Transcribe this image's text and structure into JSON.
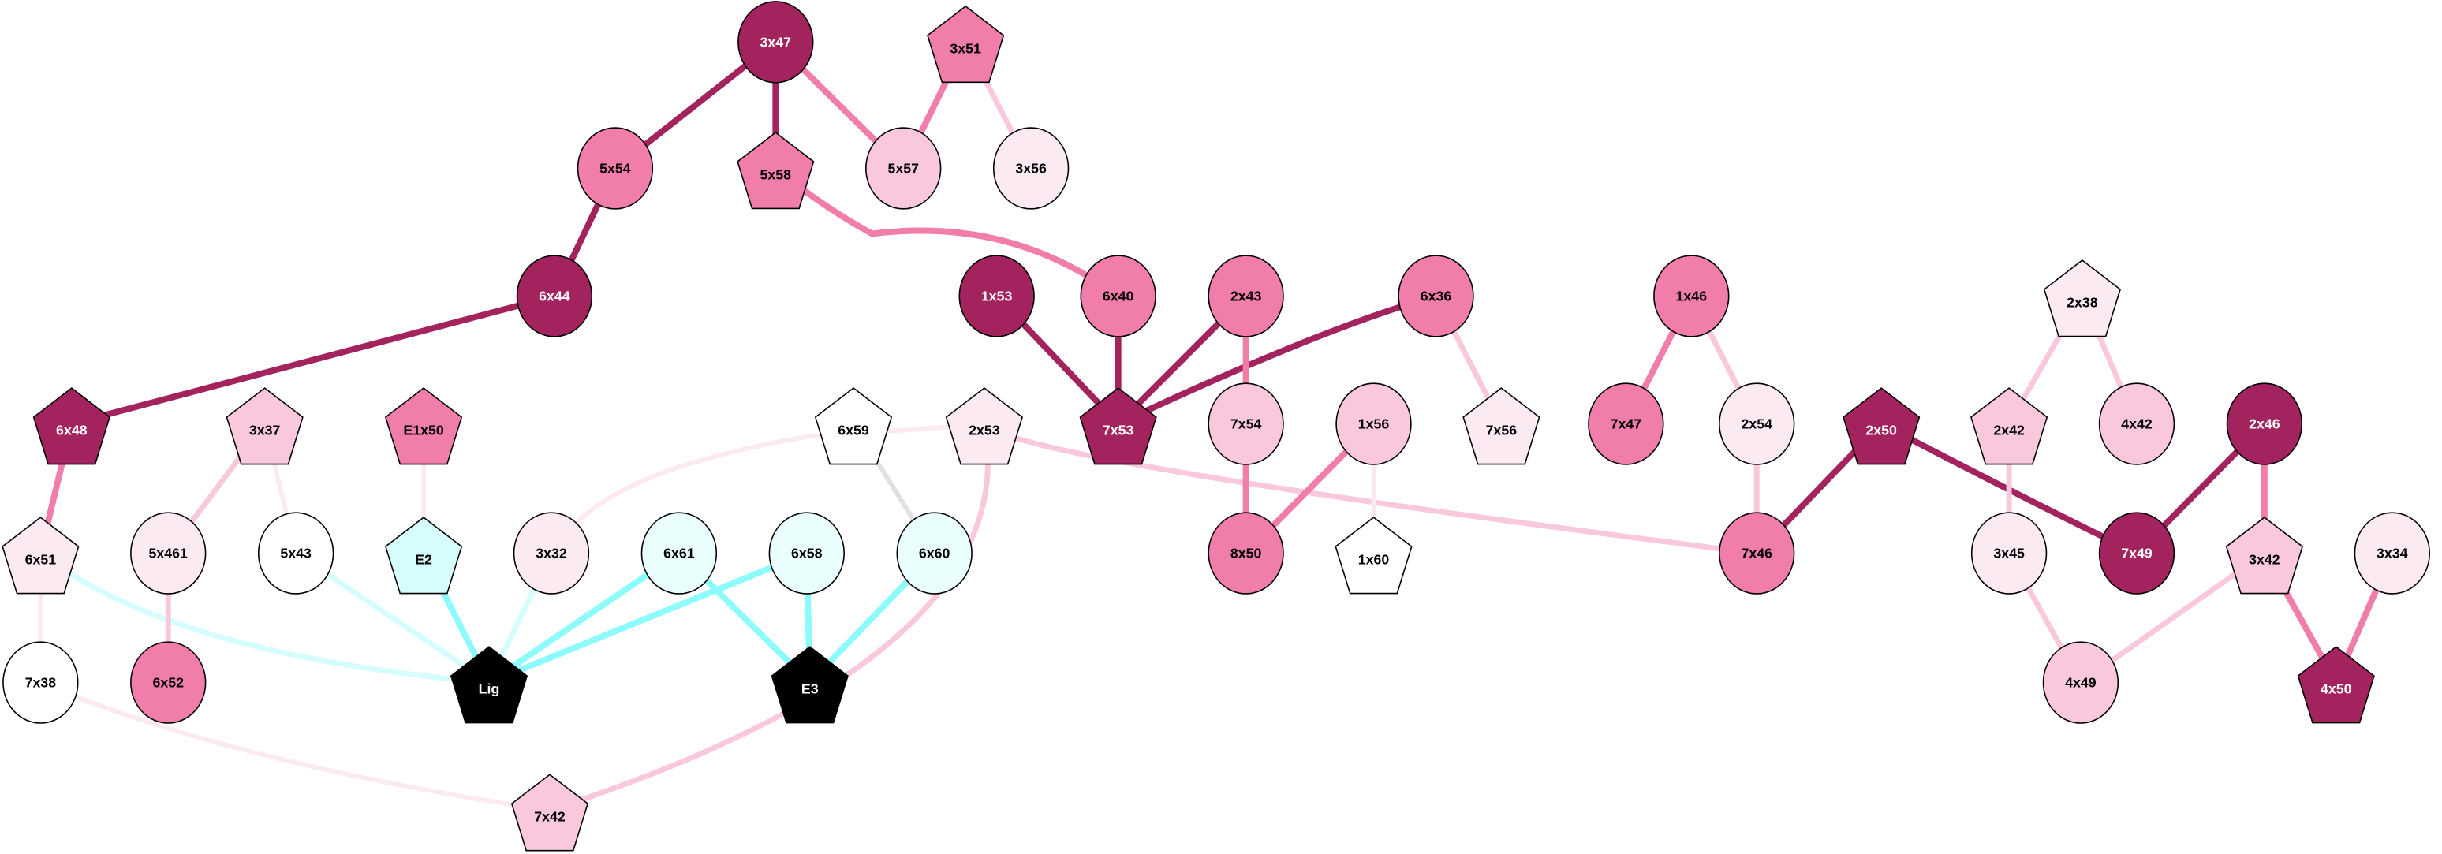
{
  "colors": {
    "dark": "#A2235E",
    "mid": "#F07DAA",
    "light": "#F9C8DC",
    "pale": "#FCEAF2",
    "white": "#FFFFFF",
    "cyanlight": "#D6FDFD",
    "cyanpale": "#EAFEFE",
    "black": "#000000",
    "edge_cyan": "#8DFBFB",
    "edge_cyanlight": "#D6FDFD",
    "edge_gray": "#E0E0E0"
  },
  "nodes": [
    {
      "id": "3x47",
      "shape": "circle",
      "fill": "dark"
    },
    {
      "id": "3x51",
      "shape": "pentagon",
      "fill": "mid"
    },
    {
      "id": "5x54",
      "shape": "circle",
      "fill": "mid"
    },
    {
      "id": "5x58",
      "shape": "pentagon",
      "fill": "mid"
    },
    {
      "id": "5x57",
      "shape": "circle",
      "fill": "light"
    },
    {
      "id": "3x56",
      "shape": "circle",
      "fill": "pale"
    },
    {
      "id": "6x44",
      "shape": "circle",
      "fill": "dark"
    },
    {
      "id": "1x53",
      "shape": "circle",
      "fill": "dark"
    },
    {
      "id": "6x40",
      "shape": "circle",
      "fill": "mid"
    },
    {
      "id": "2x43",
      "shape": "circle",
      "fill": "mid"
    },
    {
      "id": "6x36",
      "shape": "circle",
      "fill": "mid"
    },
    {
      "id": "1x46",
      "shape": "circle",
      "fill": "mid"
    },
    {
      "id": "2x38",
      "shape": "pentagon",
      "fill": "pale"
    },
    {
      "id": "6x48",
      "shape": "pentagon",
      "fill": "dark"
    },
    {
      "id": "3x37",
      "shape": "pentagon",
      "fill": "light"
    },
    {
      "id": "E1x50",
      "shape": "pentagon",
      "fill": "mid"
    },
    {
      "id": "6x59",
      "shape": "pentagon",
      "fill": "white"
    },
    {
      "id": "2x53",
      "shape": "pentagon",
      "fill": "pale"
    },
    {
      "id": "7x53",
      "shape": "pentagon",
      "fill": "dark"
    },
    {
      "id": "7x54",
      "shape": "circle",
      "fill": "light"
    },
    {
      "id": "1x56",
      "shape": "circle",
      "fill": "light"
    },
    {
      "id": "7x56",
      "shape": "pentagon",
      "fill": "pale"
    },
    {
      "id": "7x47",
      "shape": "circle",
      "fill": "mid"
    },
    {
      "id": "2x54",
      "shape": "circle",
      "fill": "pale"
    },
    {
      "id": "2x50",
      "shape": "pentagon",
      "fill": "dark"
    },
    {
      "id": "2x42",
      "shape": "pentagon",
      "fill": "light"
    },
    {
      "id": "4x42",
      "shape": "circle",
      "fill": "light"
    },
    {
      "id": "2x46",
      "shape": "circle",
      "fill": "dark"
    },
    {
      "id": "6x51",
      "shape": "pentagon",
      "fill": "pale"
    },
    {
      "id": "5x461",
      "shape": "circle",
      "fill": "pale"
    },
    {
      "id": "5x43",
      "shape": "circle",
      "fill": "white"
    },
    {
      "id": "E2",
      "shape": "pentagon",
      "fill": "cyanlight"
    },
    {
      "id": "3x32",
      "shape": "circle",
      "fill": "pale"
    },
    {
      "id": "6x61",
      "shape": "circle",
      "fill": "cyanpale"
    },
    {
      "id": "6x58",
      "shape": "circle",
      "fill": "cyanpale"
    },
    {
      "id": "6x60",
      "shape": "circle",
      "fill": "cyanpale"
    },
    {
      "id": "8x50",
      "shape": "circle",
      "fill": "mid"
    },
    {
      "id": "1x60",
      "shape": "pentagon",
      "fill": "white"
    },
    {
      "id": "7x46",
      "shape": "circle",
      "fill": "mid"
    },
    {
      "id": "3x45",
      "shape": "circle",
      "fill": "pale"
    },
    {
      "id": "7x49",
      "shape": "circle",
      "fill": "dark"
    },
    {
      "id": "3x42",
      "shape": "pentagon",
      "fill": "light"
    },
    {
      "id": "3x34",
      "shape": "circle",
      "fill": "pale"
    },
    {
      "id": "7x38",
      "shape": "circle",
      "fill": "white"
    },
    {
      "id": "6x52",
      "shape": "circle",
      "fill": "mid"
    },
    {
      "id": "Lig",
      "shape": "pentagon",
      "fill": "black"
    },
    {
      "id": "E3",
      "shape": "pentagon",
      "fill": "black"
    },
    {
      "id": "4x49",
      "shape": "circle",
      "fill": "light"
    },
    {
      "id": "4x50",
      "shape": "pentagon",
      "fill": "dark"
    },
    {
      "id": "7x42",
      "shape": "pentagon",
      "fill": "light"
    }
  ],
  "edges": [
    [
      "3x47",
      "5x54",
      "dark"
    ],
    [
      "3x47",
      "5x58",
      "dark"
    ],
    [
      "3x47",
      "5x57",
      "mid"
    ],
    [
      "3x51",
      "5x57",
      "mid"
    ],
    [
      "3x51",
      "3x56",
      "light"
    ],
    [
      "5x54",
      "6x44",
      "dark"
    ],
    [
      "5x58",
      "6x40",
      "mid"
    ],
    [
      "6x44",
      "6x48",
      "dark"
    ],
    [
      "1x53",
      "7x53",
      "dark"
    ],
    [
      "6x40",
      "7x53",
      "dark"
    ],
    [
      "2x43",
      "7x53",
      "dark"
    ],
    [
      "6x36",
      "7x53",
      "dark"
    ],
    [
      "2x43",
      "7x54",
      "mid"
    ],
    [
      "6x36",
      "7x56",
      "light"
    ],
    [
      "1x46",
      "7x47",
      "mid"
    ],
    [
      "1x46",
      "2x54",
      "light"
    ],
    [
      "2x38",
      "2x42",
      "light"
    ],
    [
      "2x38",
      "4x42",
      "light"
    ],
    [
      "6x48",
      "6x51",
      "mid"
    ],
    [
      "3x37",
      "5x461",
      "light"
    ],
    [
      "3x37",
      "5x43",
      "pale"
    ],
    [
      "E1x50",
      "E2",
      "pale"
    ],
    [
      "6x59",
      "6x60",
      "edge_gray"
    ],
    [
      "2x53",
      "3x32",
      "pale"
    ],
    [
      "2x53",
      "7x46",
      "light"
    ],
    [
      "2x53",
      "7x42",
      "light"
    ],
    [
      "7x54",
      "8x50",
      "mid"
    ],
    [
      "1x56",
      "8x50",
      "mid"
    ],
    [
      "1x56",
      "1x60",
      "pale"
    ],
    [
      "2x54",
      "7x46",
      "light"
    ],
    [
      "2x50",
      "7x46",
      "dark"
    ],
    [
      "2x50",
      "7x49",
      "dark"
    ],
    [
      "2x42",
      "3x45",
      "light"
    ],
    [
      "2x46",
      "7x49",
      "dark"
    ],
    [
      "2x46",
      "3x42",
      "mid"
    ],
    [
      "6x51",
      "Lig",
      "edge_cyanlight"
    ],
    [
      "6x51",
      "7x38",
      "pale"
    ],
    [
      "5x461",
      "6x52",
      "light"
    ],
    [
      "5x43",
      "Lig",
      "edge_cyanlight"
    ],
    [
      "E2",
      "Lig",
      "edge_cyan"
    ],
    [
      "3x32",
      "Lig",
      "edge_cyanlight"
    ],
    [
      "6x61",
      "Lig",
      "edge_cyan"
    ],
    [
      "6x58",
      "Lig",
      "edge_cyan"
    ],
    [
      "6x61",
      "E3",
      "edge_cyan"
    ],
    [
      "6x58",
      "E3",
      "edge_cyan"
    ],
    [
      "6x60",
      "E3",
      "edge_cyan"
    ],
    [
      "7x38",
      "7x42",
      "pale"
    ],
    [
      "3x45",
      "4x49",
      "light"
    ],
    [
      "3x42",
      "4x49",
      "light"
    ],
    [
      "3x42",
      "4x50",
      "mid"
    ],
    [
      "3x34",
      "4x50",
      "mid"
    ]
  ]
}
